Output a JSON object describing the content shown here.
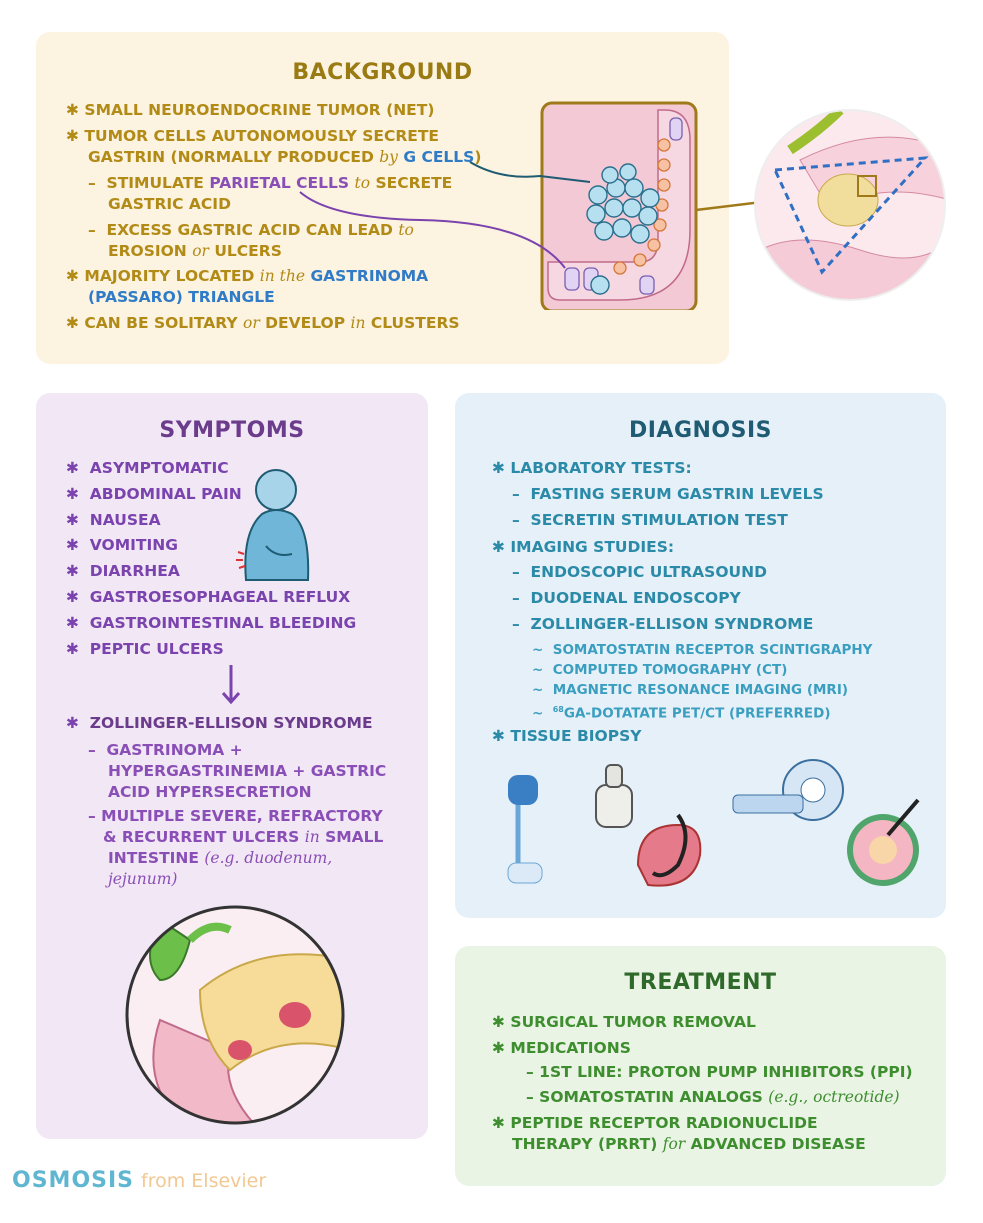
{
  "background": {
    "title": "BACKGROUND",
    "b1": "SMALL NEUROENDOCRINE TUMOR (NET)",
    "b2a": "TUMOR CELLS AUTONOMOUSLY SECRETE",
    "b2b": "GASTRIN (NORMALLY PRODUCED",
    "b2by": "by",
    "b2g": "G CELLS",
    "b2end": ")",
    "s1a": "STIMULATE",
    "s1p": "PARIETAL CELLS",
    "s1to": "to",
    "s1b": "SECRETE",
    "s1c": "GASTRIC ACID",
    "s2a": "EXCESS GASTRIC ACID CAN LEAD",
    "s2to": "to",
    "s2b": "EROSION",
    "s2or": "or",
    "s2c": "ULCERS",
    "b3a": "MAJORITY LOCATED",
    "b3in": "in the",
    "b3g": "GASTRINOMA",
    "b3p": "(PASSARO) TRIANGLE",
    "b4a": "CAN BE SOLITARY",
    "b4or": "or",
    "b4b": "DEVELOP",
    "b4in": "in",
    "b4c": "CLUSTERS"
  },
  "symptoms": {
    "title": "SYMPTOMS",
    "items": [
      "ASYMPTOMATIC",
      "ABDOMINAL PAIN",
      "NAUSEA",
      "VOMITING",
      "DIARRHEA",
      "GASTROESOPHAGEAL REFLUX",
      "GASTROINTESTINAL BLEEDING",
      "PEPTIC ULCERS"
    ],
    "zes": "ZOLLINGER-ELLISON SYNDROME",
    "z1a": "GASTRINOMA +",
    "z1b": "HYPERGASTRINEMIA + GASTRIC",
    "z1c": "ACID HYPERSECRETION",
    "z2a": "MULTIPLE SEVERE, REFRACTORY",
    "z2b": "& RECURRENT ULCERS",
    "z2in": "in",
    "z2c": "SMALL",
    "z2d": "INTESTINE",
    "z2e": "(e.g. duodenum,",
    "z2f": "jejunum)"
  },
  "diagnosis": {
    "title": "DIAGNOSIS",
    "lab": "LABORATORY TESTS:",
    "lab_items": [
      "FASTING SERUM GASTRIN LEVELS",
      "SECRETIN STIMULATION TEST"
    ],
    "img": "IMAGING STUDIES:",
    "img_items": [
      "ENDOSCOPIC ULTRASOUND",
      "DUODENAL ENDOSCOPY",
      "ZOLLINGER-ELLISON SYNDROME"
    ],
    "sub_items": [
      "SOMATOSTATIN RECEPTOR SCINTIGRAPHY",
      "COMPUTED TOMOGRAPHY (CT)",
      "MAGNETIC RESONANCE IMAGING (MRI)"
    ],
    "ga_sup": "68",
    "ga_rest": "Ga-DOTATATE PET/CT (PREFERRED)",
    "biopsy": "TISSUE BIOPSY"
  },
  "treatment": {
    "title": "TREATMENT",
    "t1": "SURGICAL TUMOR REMOVAL",
    "t2": "MEDICATIONS",
    "m1": "1st LINE: PROTON PUMP INHIBITORS (PPI)",
    "m2a": "SOMATOSTATIN ANALOGS",
    "m2b": "(e.g., octreotide)",
    "t3a": "PEPTIDE RECEPTOR RADIONUCLIDE",
    "t3b": "THERAPY (PRRT)",
    "t3for": "for",
    "t3c": "ADVANCED DISEASE"
  },
  "logo": {
    "brand": "OSMOSIS",
    "suffix": "from Elsevier"
  },
  "symbols": {
    "bullet": "✱",
    "dash": "–",
    "tilde": "~"
  },
  "colors": {
    "gold": "#b28a16",
    "blue": "#2f7bc8",
    "purple": "#8a4fb6",
    "teal": "#2b8aa8",
    "green": "#3e8e2f"
  }
}
